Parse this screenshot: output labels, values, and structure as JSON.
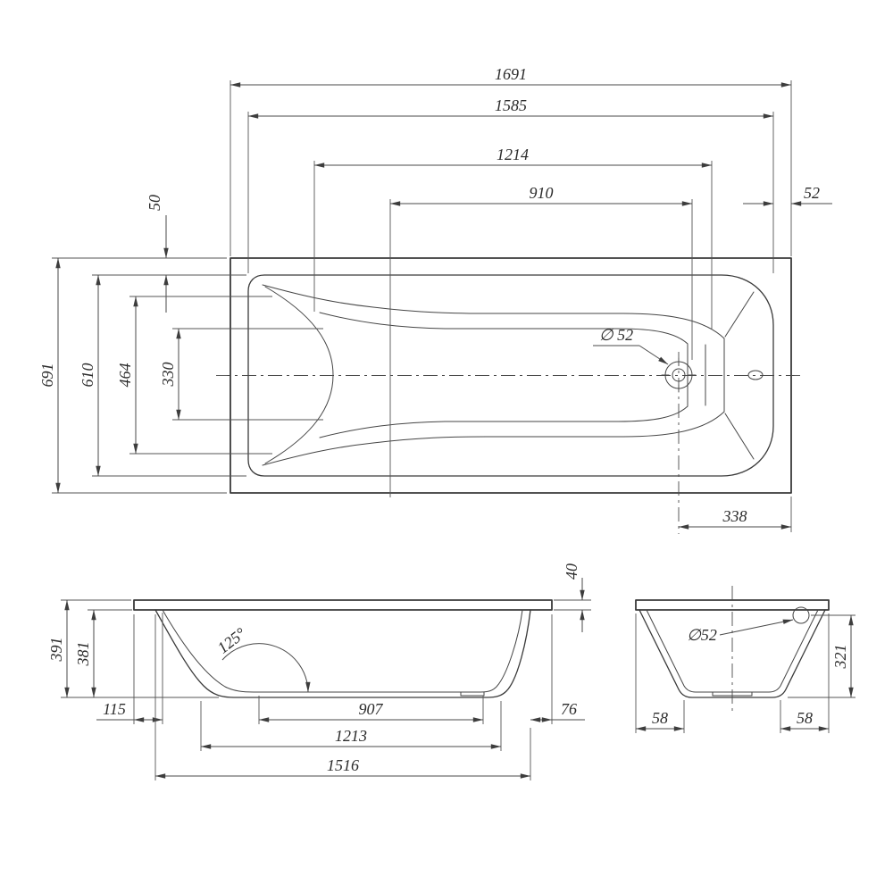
{
  "drawing_colors": {
    "line": "#3a3a3a",
    "dimension": "#4a4a4a",
    "background": "#ffffff"
  },
  "top_view": {
    "dim_1691": "1691",
    "dim_1585": "1585",
    "dim_1214": "1214",
    "dim_910": "910",
    "dim_52": "52",
    "dim_50": "50",
    "dim_691": "691",
    "dim_610": "610",
    "dim_464": "464",
    "dim_330": "330",
    "dim_drain": "∅ 52",
    "dim_338": "338"
  },
  "side_view": {
    "dim_391": "391",
    "dim_381": "381",
    "dim_40": "40",
    "dim_angle": "125°",
    "dim_115": "115",
    "dim_907": "907",
    "dim_1213": "1213",
    "dim_1516": "1516",
    "dim_76": "76"
  },
  "end_view": {
    "dim_drain": "∅52",
    "dim_321": "321",
    "dim_58_left": "58",
    "dim_58_right": "58"
  }
}
